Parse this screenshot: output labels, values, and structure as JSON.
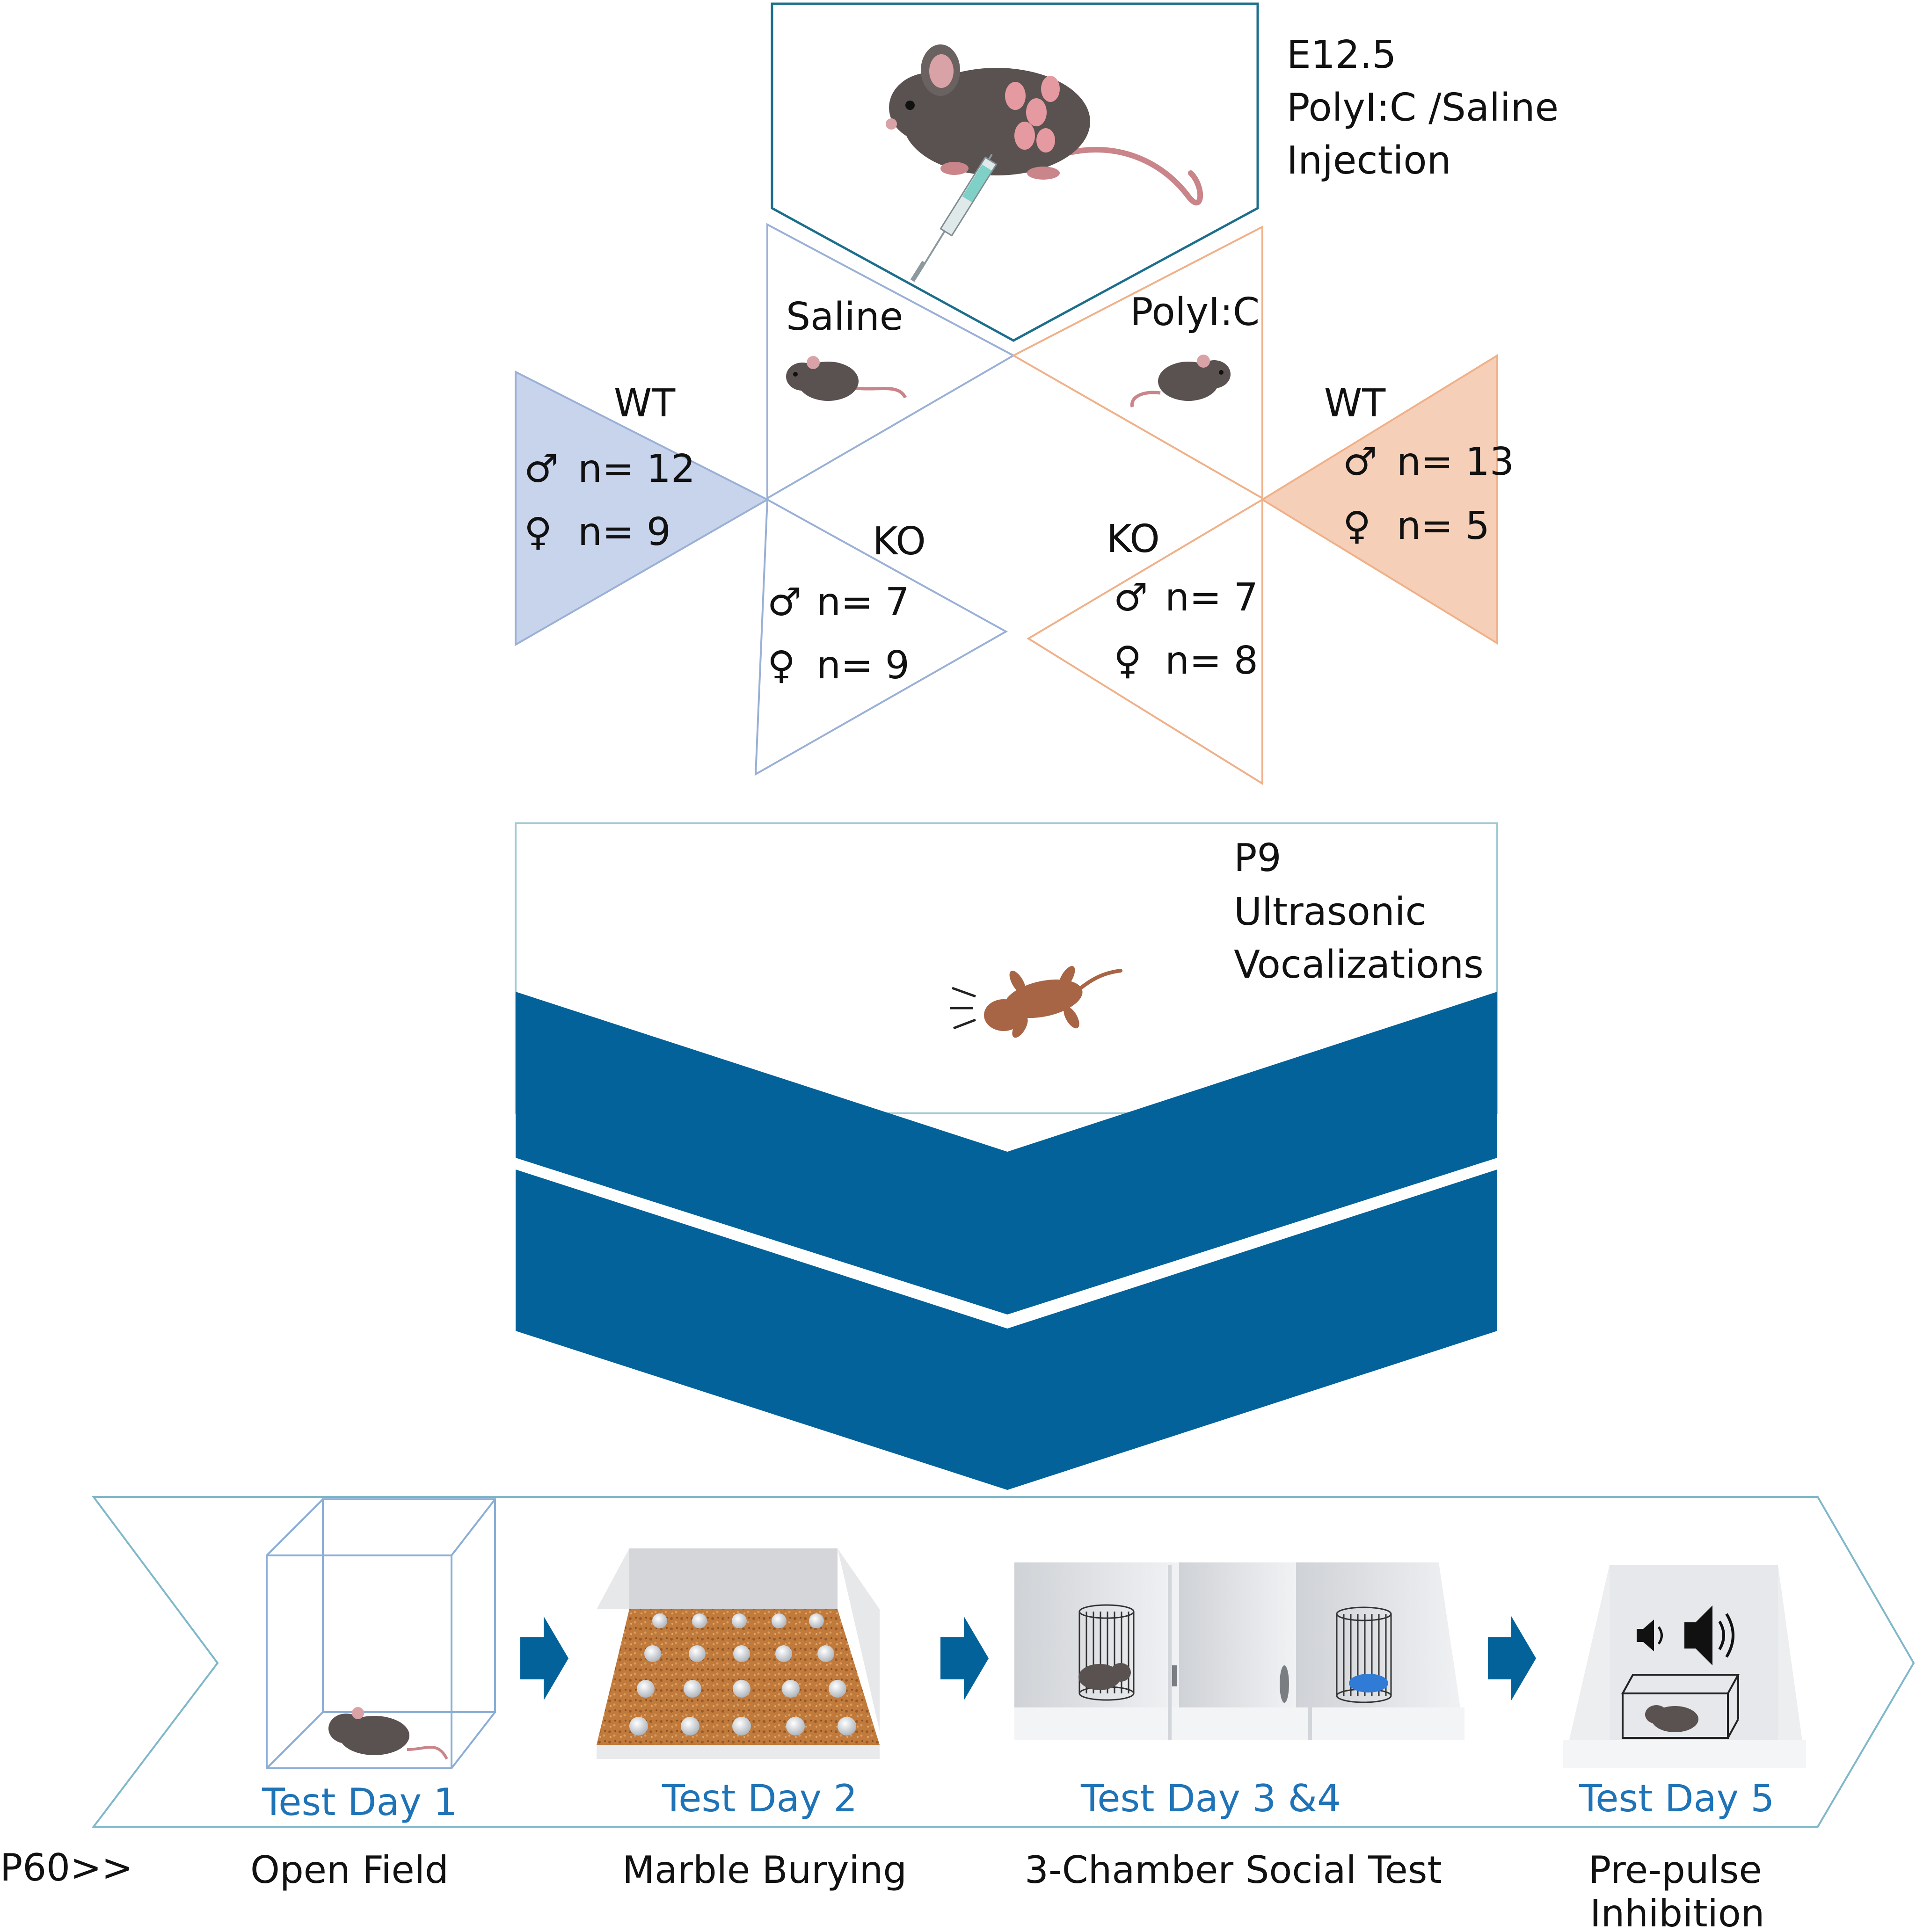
{
  "colors": {
    "saline_blue": "#9ab0d6",
    "saline_fill": "#c8d4ec",
    "polyic_orange": "#f0b189",
    "polyic_fill": "#f6cfb8",
    "chevron_navy": "#03629a",
    "day_blue": "#1f73b7",
    "outline_teal": "#1c6f8c",
    "mouse_gray": "#5a5250",
    "pup_brown": "#a86545"
  },
  "injection": {
    "line1": "E12.5",
    "line2": "PolyI:C /Saline",
    "line3": "Injection"
  },
  "treatments": {
    "saline": "Saline",
    "polyic": "PolyI:C"
  },
  "groups": {
    "saline_wt": {
      "label": "WT",
      "male": "n= 12",
      "female": "n= 9"
    },
    "saline_ko": {
      "label": "KO",
      "male": "n= 7",
      "female": "n= 9"
    },
    "polyic_ko": {
      "label": "KO",
      "male": "n= 7",
      "female": "n= 8"
    },
    "polyic_wt": {
      "label": "WT",
      "male": "n= 13",
      "female": "n= 5"
    }
  },
  "symbols": {
    "male": "♂",
    "female": "♀"
  },
  "p9": {
    "line1": "P9",
    "line2": "Ultrasonic",
    "line3": "Vocalizations"
  },
  "adult_label": "P60>>",
  "tests": [
    {
      "day": "Test Day 1",
      "name": "Open Field"
    },
    {
      "day": "Test Day 2",
      "name": "Marble Burying"
    },
    {
      "day": "Test Day 3 &4",
      "name": "3-Chamber Social Test"
    },
    {
      "day": "Test Day 5",
      "name_line1": "Pre-pulse",
      "name_line2": "Inhibition"
    }
  ]
}
